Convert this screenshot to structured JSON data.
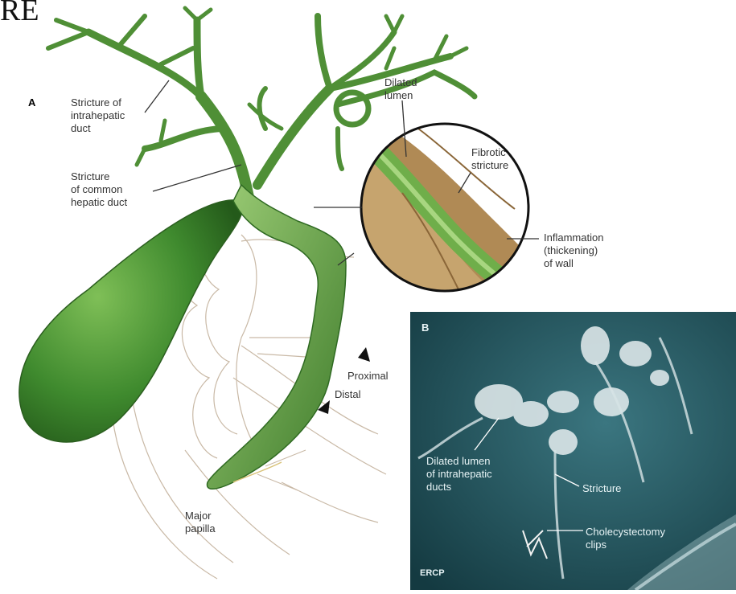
{
  "header_fragment": "RE",
  "panel_a": {
    "letter": "A",
    "labels": {
      "intrahepatic": "Stricture of\nintrahepatic\nduct",
      "common": "Stricture\nof common\nhepatic duct",
      "dilated_lumen": "Dilated\nlumen",
      "fibrotic": "Fibrotic\nstricture",
      "inflammation": "Inflammation\n(thickening)\nof wall",
      "proximal": "Proximal",
      "distal": "Distal",
      "papilla": "Major\npapilla"
    }
  },
  "panel_b": {
    "letter": "B",
    "labels": {
      "dilated": "Dilated lumen\nof intrahepatic\nducts",
      "stricture": "Stricture",
      "clips": "Cholecystectomy\nclips",
      "ercp": "ERCP"
    }
  },
  "colors": {
    "gallbladder": "#3f8a2e",
    "duct_light": "#8fc46a",
    "fibrotic": "#b08a55",
    "ercp_bg": "#1f4f57",
    "outline": "#c9b9a6"
  }
}
